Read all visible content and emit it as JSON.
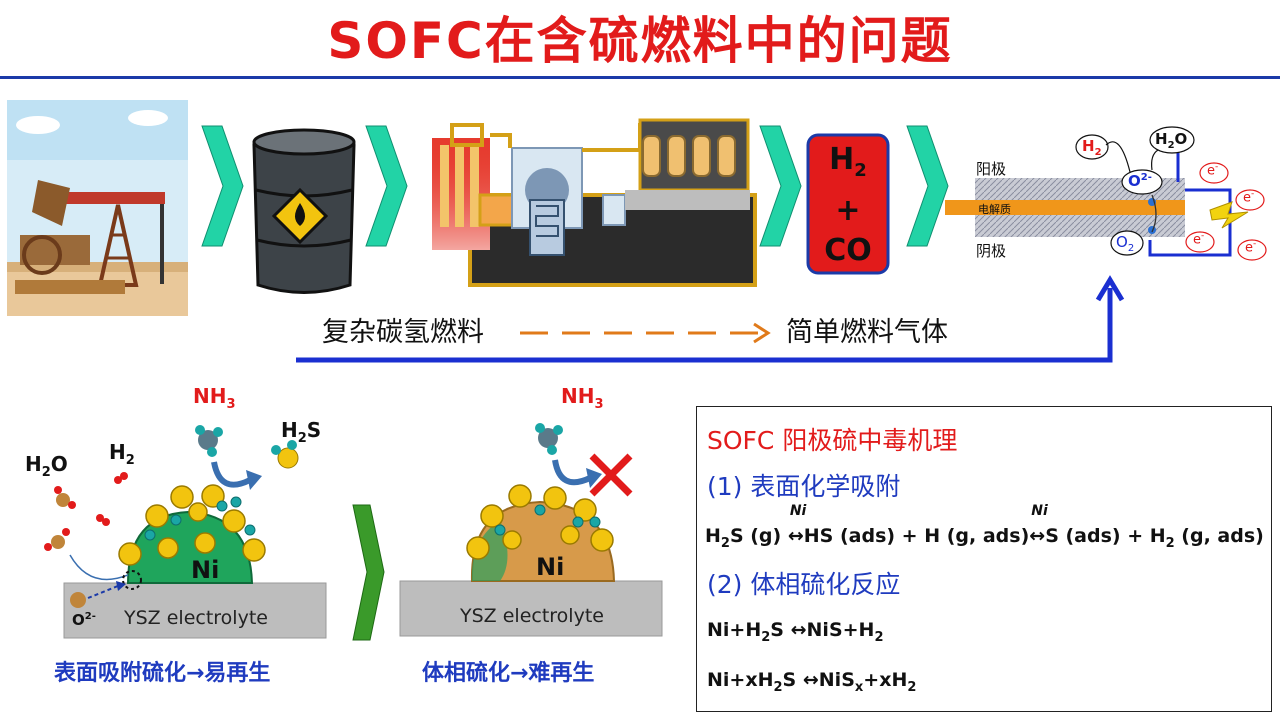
{
  "title": "SOFC在含硫燃料中的问题",
  "flow": {
    "left_label": "复杂碳氢燃料",
    "right_label": "简单燃料气体"
  },
  "syngas": {
    "h": "H",
    "h_sub": "2",
    "plus": "+",
    "co": "CO"
  },
  "cell": {
    "anode": "阳极",
    "electrolyte": "电解质",
    "cathode": "阴极",
    "h2": "H",
    "h2_sub": "2",
    "h2o_pre": "H",
    "h2o_sub": "2",
    "h2o_post": "O",
    "o2minus": "O",
    "o2minus_sup": "2-",
    "o2": "O",
    "o2_sub": "2",
    "electron": "e",
    "electron_sup": "-"
  },
  "left_panel": {
    "nh3": "NH",
    "nh3_sub": "3",
    "h2s": "H",
    "h2s_sub": "2",
    "h2s_post": "S",
    "h2o": "H",
    "h2o_sub": "2",
    "h2o_post": "O",
    "h2": "H",
    "h2_sub": "2",
    "ni": "Ni",
    "o2minus": "O",
    "o2minus_sup": "2-",
    "substrate": "YSZ electrolyte",
    "caption": "表面吸附硫化→易再生"
  },
  "right_panel": {
    "nh3": "NH",
    "nh3_sub": "3",
    "ni": "Ni",
    "substrate": "YSZ electrolyte",
    "caption": "体相硫化→难再生"
  },
  "mechanism": {
    "heading": "SOFC 阳极硫中毒机理",
    "s1": "(1) 表面化学吸附",
    "s2": "(2) 体相硫化反应",
    "catalyst": "Ni",
    "eq1": {
      "a": "H",
      "a_sub": "2",
      "b": "S (g) ",
      "arrow1": "↔",
      "c": "HS (ads) + H (g, ads)",
      "arrow2": "↔",
      "d": "S (ads) + H",
      "d_sub": "2",
      "e": " (g, ads)"
    },
    "eq2": {
      "a": "Ni+H",
      "a_sub": "2",
      "b": "S ",
      "arrow": "↔",
      "c": "NiS+H",
      "c_sub": "2"
    },
    "eq3": {
      "a": "Ni+xH",
      "a_sub": "2",
      "b": "S ",
      "arrow": "↔",
      "c": "NiS",
      "c_sub": "x",
      "d": "+xH",
      "d_sub": "2"
    }
  },
  "colors": {
    "title": "#e21b1b",
    "rule": "#1b3aa8",
    "chevron": "#22d3a6",
    "blue_arrow": "#1a2fd1",
    "orange_dash": "#e07a1a",
    "syngas_box": "#e21b1b",
    "ni_green": "#1fa55c",
    "sulfur_yellow": "#f2c40f",
    "caption_blue": "#1f3bbf"
  }
}
